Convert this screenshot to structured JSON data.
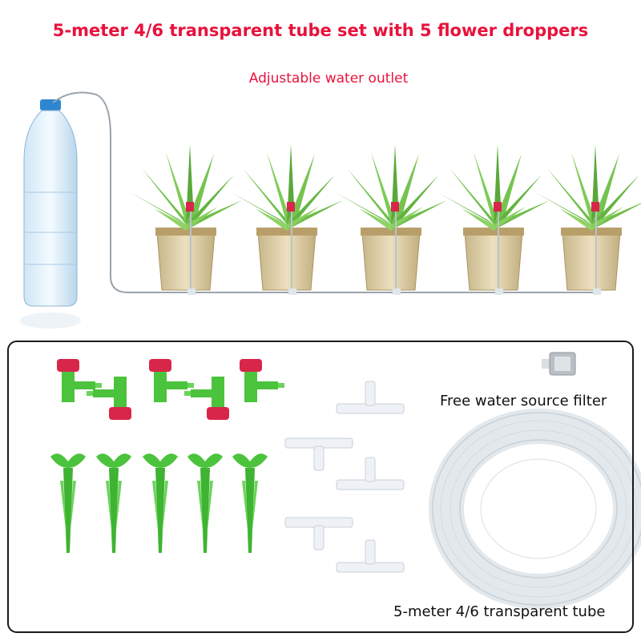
{
  "header": {
    "title": "5-meter 4/6 transparent tube set with 5 flower droppers",
    "subtitle": "Adjustable water outlet"
  },
  "kit": {
    "filter_label": "Free water source filter",
    "tube_label": "5-meter 4/6 transparent tube"
  },
  "counts": {
    "potted_plants": 5,
    "droppers": 5,
    "stakes": 5,
    "tee_connectors": 5
  },
  "colors": {
    "text_accent": "#e8123c",
    "dripper_green": "#4cc33c",
    "valve_red": "#d8264a",
    "pot": "#d9c9a0"
  }
}
